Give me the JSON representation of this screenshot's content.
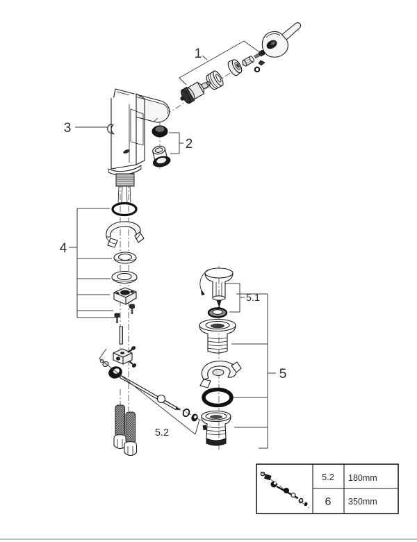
{
  "diagram": {
    "kind": "exploded-parts-diagram",
    "callouts": {
      "c1": "1",
      "c2": "2",
      "c3": "3",
      "c4": "4",
      "c5": "5",
      "c5_1": "5.1",
      "c5_2": "5.2"
    }
  },
  "size_table": {
    "rows": [
      {
        "ref": "5.2",
        "length": "180mm"
      },
      {
        "ref": "6",
        "length": "350mm"
      }
    ]
  },
  "colors": {
    "line": "#1a1a1a",
    "label": "#2b2b2b",
    "background": "#ffffff",
    "footer_rule": "#c2c2c2"
  }
}
